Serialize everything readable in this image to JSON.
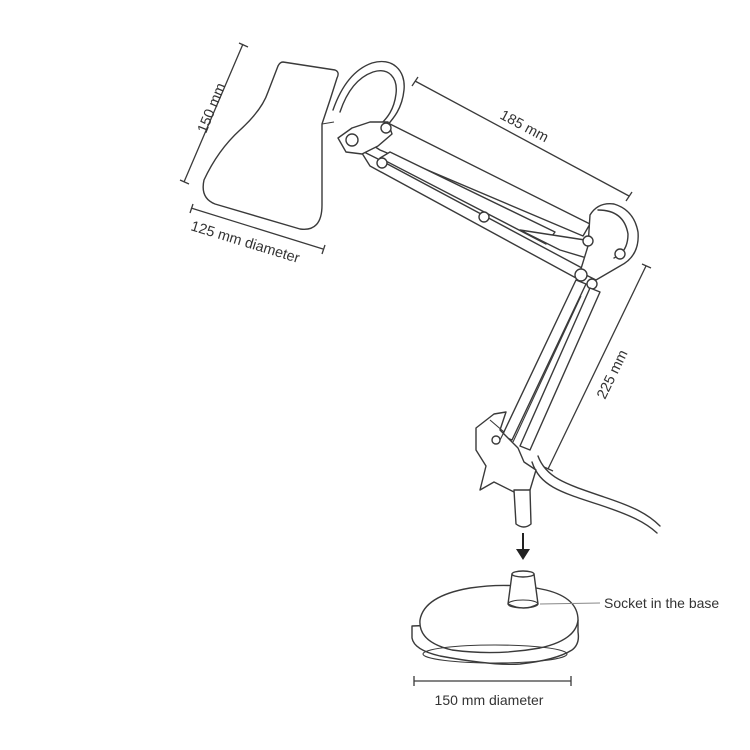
{
  "dimensions": {
    "shade_height": "150 mm",
    "shade_diameter": "125 mm diameter",
    "upper_arm": "185 mm",
    "lower_arm": "225 mm",
    "base_diameter": "150 mm diameter"
  },
  "callouts": {
    "socket": "Socket in the base"
  },
  "colors": {
    "stroke": "#3a3a3a",
    "background": "#ffffff",
    "text": "#333333"
  }
}
